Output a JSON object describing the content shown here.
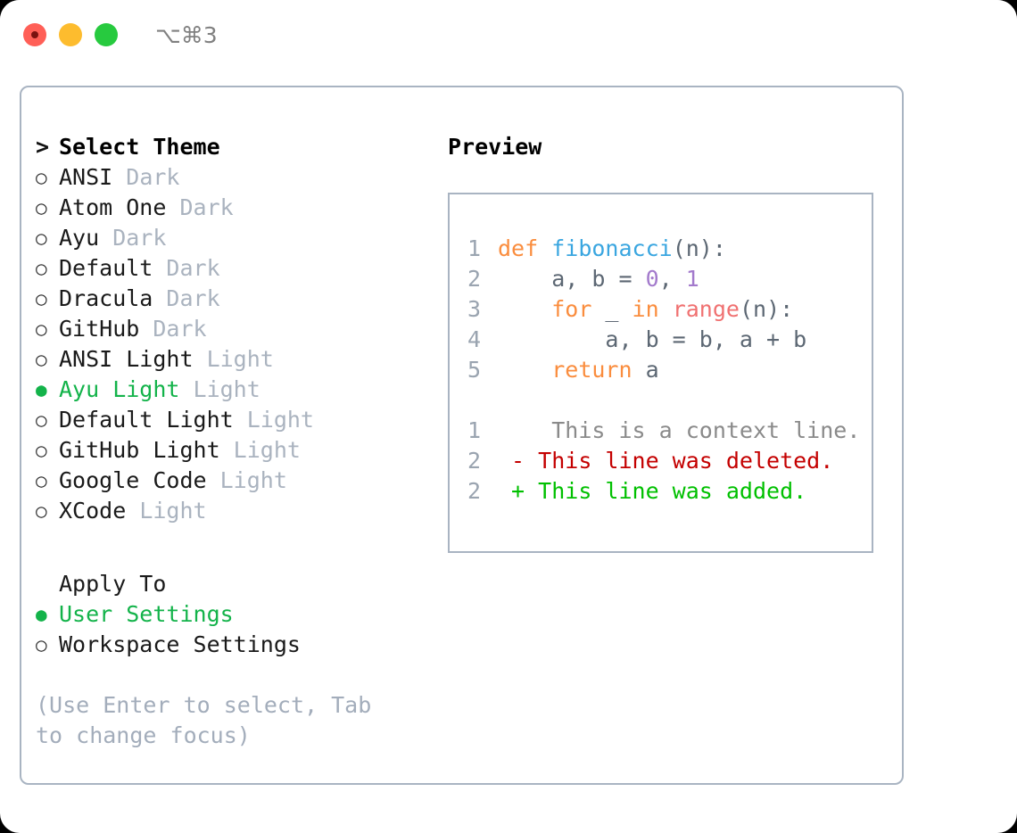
{
  "titlebar": {
    "shortcut": "⌥⌘3",
    "buttons": {
      "close": "close",
      "minimize": "minimize",
      "maximize": "maximize"
    }
  },
  "left": {
    "header": {
      "marker": ">",
      "label": "Select Theme"
    },
    "themes": [
      {
        "marker": "○",
        "name": "ANSI",
        "tag": "Dark",
        "selected": false
      },
      {
        "marker": "○",
        "name": "Atom One",
        "tag": "Dark",
        "selected": false
      },
      {
        "marker": "○",
        "name": "Ayu",
        "tag": "Dark",
        "selected": false
      },
      {
        "marker": "○",
        "name": "Default",
        "tag": "Dark",
        "selected": false
      },
      {
        "marker": "○",
        "name": "Dracula",
        "tag": "Dark",
        "selected": false
      },
      {
        "marker": "○",
        "name": "GitHub",
        "tag": "Dark",
        "selected": false
      },
      {
        "marker": "○",
        "name": "ANSI Light",
        "tag": "Light",
        "selected": false
      },
      {
        "marker": "●",
        "name": "Ayu Light",
        "tag": "Light",
        "selected": true
      },
      {
        "marker": "○",
        "name": "Default Light",
        "tag": "Light",
        "selected": false
      },
      {
        "marker": "○",
        "name": "GitHub Light",
        "tag": "Light",
        "selected": false
      },
      {
        "marker": "○",
        "name": "Google Code",
        "tag": "Light",
        "selected": false
      },
      {
        "marker": "○",
        "name": "XCode",
        "tag": "Light",
        "selected": false
      }
    ],
    "apply_to": {
      "label": "Apply To",
      "options": [
        {
          "marker": "●",
          "name": "User Settings",
          "selected": true
        },
        {
          "marker": "○",
          "name": "Workspace Settings",
          "selected": false
        }
      ]
    },
    "hint": "(Use Enter to select, Tab to change focus)"
  },
  "right": {
    "label": "Preview",
    "code_lines": [
      {
        "num": "1",
        "tokens": [
          {
            "t": "def",
            "c": "kw"
          },
          {
            "t": " ",
            "c": "pl"
          },
          {
            "t": "fibonacci",
            "c": "fn"
          },
          {
            "t": "(n):",
            "c": "pl"
          }
        ]
      },
      {
        "num": "2",
        "tokens": [
          {
            "t": "    a, b = ",
            "c": "pl"
          },
          {
            "t": "0",
            "c": "num"
          },
          {
            "t": ", ",
            "c": "pl"
          },
          {
            "t": "1",
            "c": "num"
          }
        ]
      },
      {
        "num": "3",
        "tokens": [
          {
            "t": "    ",
            "c": "pl"
          },
          {
            "t": "for",
            "c": "kw"
          },
          {
            "t": " _ ",
            "c": "pl"
          },
          {
            "t": "in",
            "c": "kw"
          },
          {
            "t": " ",
            "c": "pl"
          },
          {
            "t": "range",
            "c": "bi"
          },
          {
            "t": "(n):",
            "c": "pl"
          }
        ]
      },
      {
        "num": "4",
        "tokens": [
          {
            "t": "        a, b = b, a + b",
            "c": "pl"
          }
        ]
      },
      {
        "num": "5",
        "tokens": [
          {
            "t": "    ",
            "c": "pl"
          },
          {
            "t": "return",
            "c": "kw"
          },
          {
            "t": " a",
            "c": "pl"
          }
        ]
      }
    ],
    "diff_lines": [
      {
        "num": "1",
        "sign": " ",
        "text": "  This is a context line.",
        "kind": "ctx"
      },
      {
        "num": "2",
        "sign": "-",
        "text": " This line was deleted.",
        "kind": "del"
      },
      {
        "num": "2",
        "sign": "+",
        "text": " This line was added.",
        "kind": "add"
      }
    ]
  },
  "colors": {
    "accent_green": "#13b34a",
    "muted": "#a9b4c2",
    "keyword": "#fa8d3e",
    "function": "#3aa6e0",
    "number": "#a37acc",
    "builtin": "#f07171",
    "diff_del": "#c40000",
    "diff_add": "#00c000"
  }
}
